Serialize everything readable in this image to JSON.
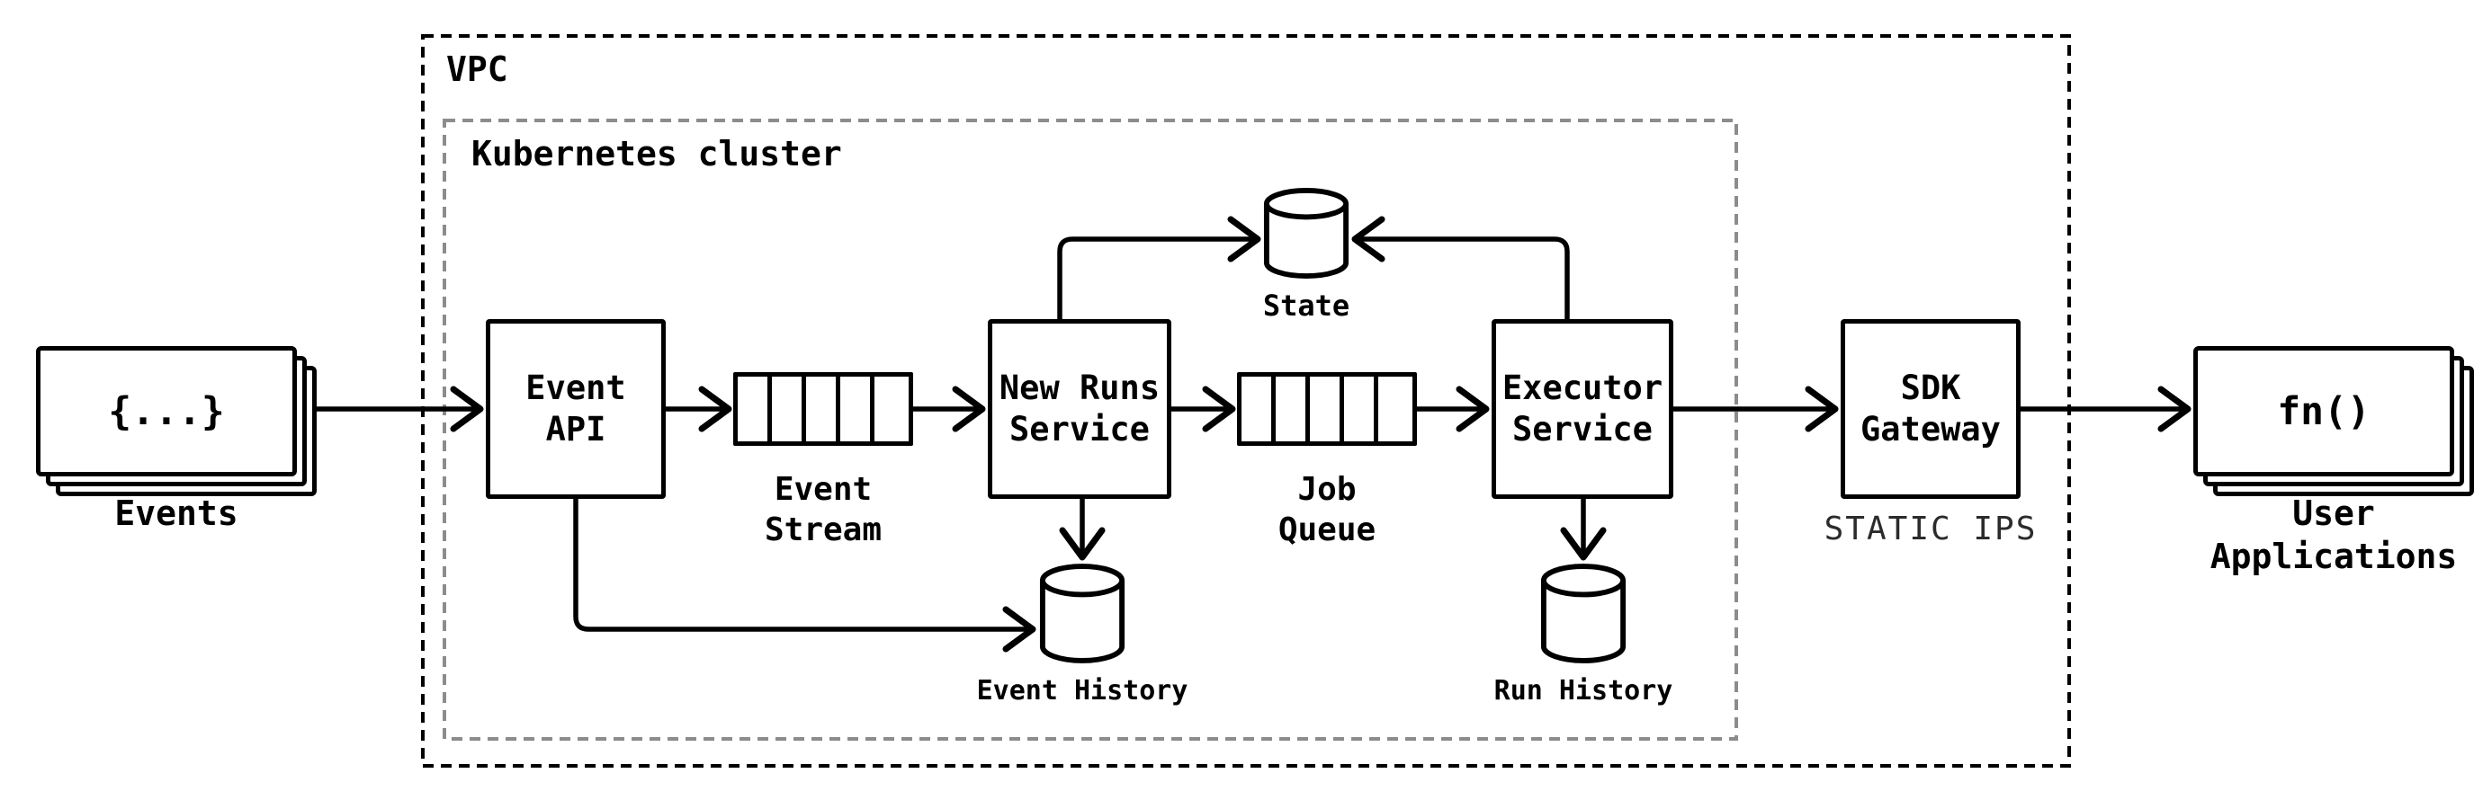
{
  "colors": {
    "line": "#000000",
    "cluster_border": "#8c8c8c",
    "background": "#ffffff"
  },
  "regions": {
    "vpc_label": "VPC",
    "kubernetes_label": "Kubernetes cluster"
  },
  "source": {
    "icon_text": "{...}",
    "label": "Events"
  },
  "sink": {
    "icon_text": "fn()",
    "label": "User\nApplications"
  },
  "nodes": {
    "event_api": "Event\nAPI",
    "new_runs_service": "New Runs\nService",
    "executor_service": "Executor\nService",
    "sdk_gateway": "SDK\nGateway",
    "sdk_gateway_caption": "STATIC IPS"
  },
  "queues": {
    "event_stream_label": "Event\nStream",
    "job_queue_label": "Job\nQueue"
  },
  "datastores": {
    "state": "State",
    "event_history": "Event History",
    "run_history": "Run History"
  }
}
